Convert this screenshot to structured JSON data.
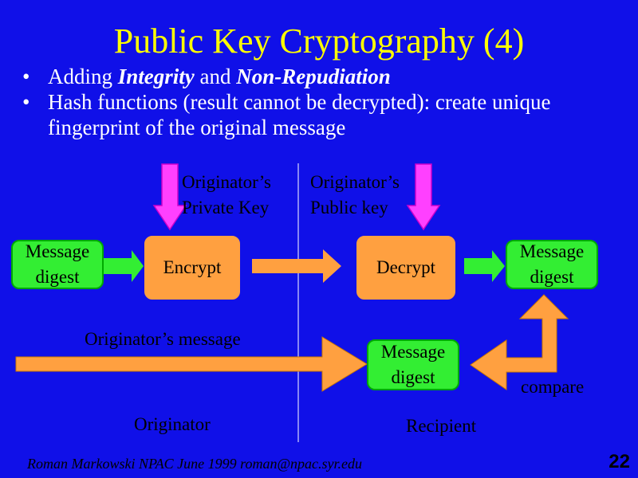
{
  "slide": {
    "title": "Public Key Cryptography (4)",
    "bullets": [
      {
        "parts": [
          {
            "text": "Adding ",
            "style": "normal"
          },
          {
            "text": "Integrity",
            "style": "bolditalic"
          },
          {
            "text": " and ",
            "style": "normal"
          },
          {
            "text": "Non-Repudiation",
            "style": "bolditalic"
          }
        ]
      },
      {
        "parts": [
          {
            "text": "Hash functions (result cannot be decrypted): create unique fingerprint of the original message",
            "style": "normal"
          }
        ]
      }
    ],
    "bullet_char": "•",
    "page_number": "22",
    "footer": "Roman Markowski  NPAC  June 1999 roman@npac.syr.edu"
  },
  "diagram": {
    "private_key_label": [
      "Originator’s",
      "Private Key"
    ],
    "public_key_label": [
      "Originator’s",
      "Public key"
    ],
    "message_digest_left": [
      "Message",
      "digest"
    ],
    "encrypt": "Encrypt",
    "decrypt": "Decrypt",
    "message_digest_right": [
      "Message",
      "digest"
    ],
    "originators_message": "Originator’s message",
    "message_digest_middle": [
      "Message",
      "digest"
    ],
    "compare": "compare",
    "originator": "Originator",
    "recipient": "Recipient"
  },
  "colors": {
    "background": "#1010e8",
    "title": "#ffff00",
    "green_box": "#33ee33",
    "orange_box": "#ffa040",
    "key_arrow": "#ff40ff"
  }
}
